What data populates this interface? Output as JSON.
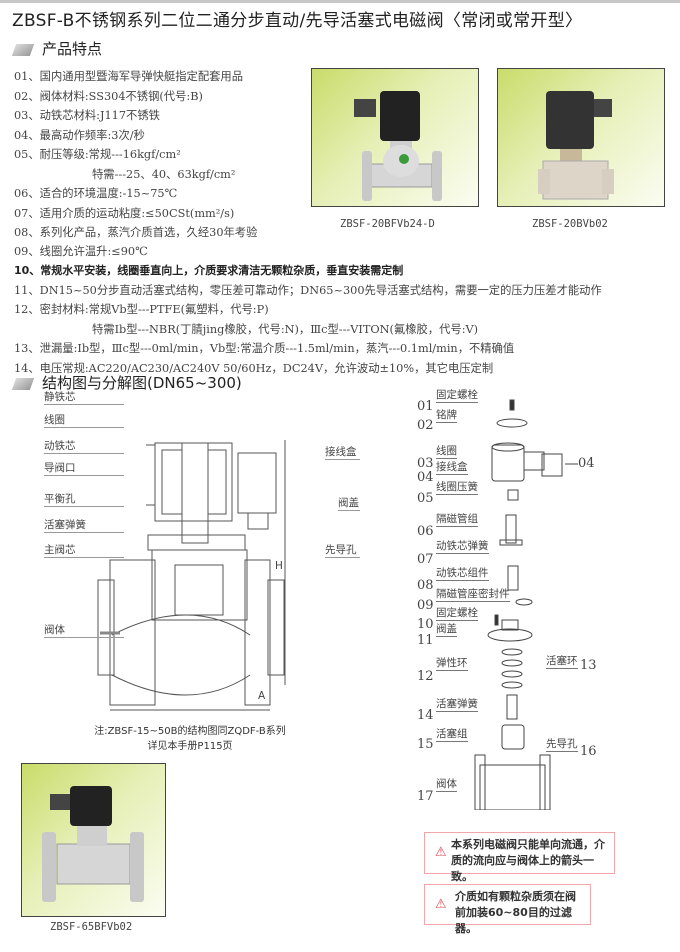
{
  "title": "ZBSF-B不锈钢系列二位二通分步直动/先导活塞式电磁阀〈常闭或常开型〉",
  "section_features": "产品特点",
  "features": [
    "01、国内通用型暨海军导弹快艇指定配套用品",
    "02、阀体材料:SS304不锈钢(代号:B)",
    "03、动铁芯材料:J117不锈铁",
    "04、最高动作频率:3次/秒",
    "05、耐压等级:常规---16kgf/cm²",
    "特需---25、40、63kgf/cm²",
    "06、适合的环境温度:-15~75℃",
    "07、适用介质的运动粘度:≤50CSt(mm²/s)",
    "08、系列化产品，蒸汽介质首选，久经30年考验",
    "09、线圈允许温升:≤90℃",
    "10、常规水平安装，线圈垂直向上，介质要求清洁无颗粒杂质，垂直安装需定制",
    "11、DN15~50分步直动活塞式结构，零压差可靠动作；DN65~300先导活塞式结构，需要一定的压力压差才能动作",
    "12、密封材料:常规Vb型---PTFE(氟塑料，代号:P)",
    "特需Ib型---NBR(丁腈jing橡胶，代号:N)，Ⅲc型---VITON(氟橡胶，代号:V)",
    "13、泄漏量:Ib型，Ⅲc型---0ml/min，Vb型:常温介质---1.5ml/min，蒸汽---0.1ml/min，不精确值",
    "14、电压常规:AC220/AC230/AC240V  50/60Hz，DC24V，允许波动±10%，其它电压定制"
  ],
  "photos": [
    {
      "caption": "ZBSF-20BFVb24-D"
    },
    {
      "caption": "ZBSF-20BVb02"
    },
    {
      "caption": "ZBSF-65BFVb02"
    }
  ],
  "section_structure": "结构图与分解图(DN65~300)",
  "section_labels_left": [
    "静铁芯",
    "线圈",
    "动铁芯",
    "导阀口",
    "平衡孔",
    "活塞弹簧",
    "主阀芯",
    "阀体"
  ],
  "section_labels_right": [
    "接线盒",
    "阀盖",
    "先导孔"
  ],
  "dims": {
    "a": "A",
    "h": "H"
  },
  "note": [
    "注:ZBSF-15~50B的结构图同ZQDF-B系列",
    "详见本手册P115页"
  ],
  "parts": [
    {
      "num": "01",
      "label": "固定螺栓"
    },
    {
      "num": "02",
      "label": "铭牌"
    },
    {
      "num": "03",
      "label": "线圈"
    },
    {
      "num": "04",
      "label": "接线盒"
    },
    {
      "num": "05",
      "label": "线圈压簧"
    },
    {
      "num": "06",
      "label": "隔磁管组"
    },
    {
      "num": "07",
      "label": "动铁芯弹簧"
    },
    {
      "num": "08",
      "label": "动铁芯组件"
    },
    {
      "num": "09",
      "label": "隔磁管座密封件"
    },
    {
      "num": "10",
      "label": "固定螺栓"
    },
    {
      "num": "11",
      "label": "阀盖"
    },
    {
      "num": "12",
      "label": "弹性环"
    },
    {
      "num": "13",
      "label": "活塞环"
    },
    {
      "num": "14",
      "label": "活塞弹簧"
    },
    {
      "num": "15",
      "label": "活塞组"
    },
    {
      "num": "16",
      "label": "先导孔"
    },
    {
      "num": "17",
      "label": "阀体"
    }
  ],
  "part04_callout": "04",
  "warnings": [
    [
      "本系列电磁阀只能单向流通，介",
      "质的流向应与阀体上的箭头一致。"
    ],
    [
      "介质如有颗粒杂质须在阀",
      "前加装60~80目的过滤器。"
    ]
  ],
  "warning_icon": "warning-triangle-icon",
  "colors": {
    "warning_border": "#f2a6aa",
    "warning_icon": "#e34a55",
    "photo_bg": "#c9dc6a"
  }
}
